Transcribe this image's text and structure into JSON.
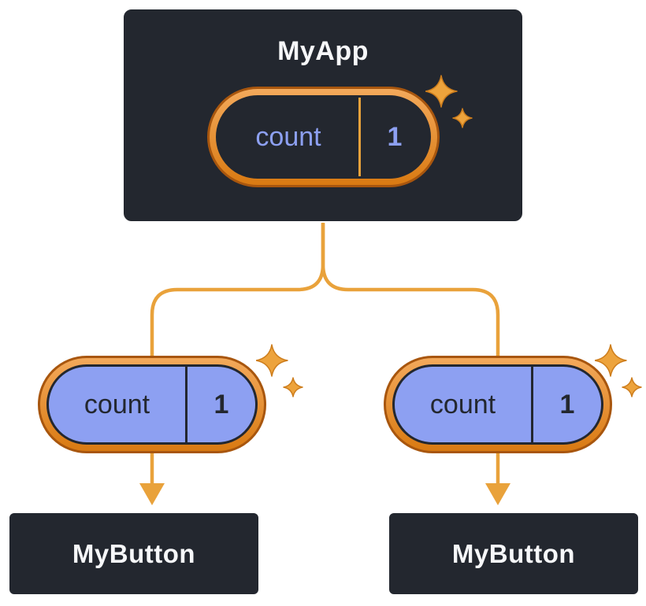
{
  "root_node": {
    "title": "MyApp",
    "state": {
      "label": "count",
      "value": "1"
    }
  },
  "child_nodes": [
    {
      "title": "MyButton",
      "state": {
        "label": "count",
        "value": "1"
      }
    },
    {
      "title": "MyButton",
      "state": {
        "label": "count",
        "value": "1"
      }
    }
  ],
  "icons": {
    "sparkle": "four-point-sparkle"
  },
  "colors": {
    "background": "#ffffff",
    "node_background": "#23272f",
    "node_border": "#ffffff",
    "node_text": "#f6f7f9",
    "pill_ring_gradient_top": "#f3a95b",
    "pill_ring_gradient_bottom": "#d97a12",
    "pill_ring_outline": "#a8560e",
    "pill_fill_lavender": "#8da0f2",
    "pill_text_lavender": "#8da0f2",
    "pill_text_dark": "#23272f",
    "connector_orange": "#e9a23b",
    "sparkle_orange": "#eda33c"
  }
}
